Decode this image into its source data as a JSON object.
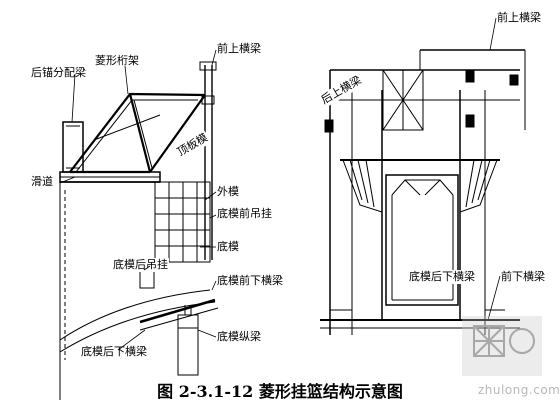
{
  "caption": "图 2-3.1-12 菱形挂篮结构示意图",
  "labels": {
    "left": {
      "rear_anchor_beam": "后锚分配梁",
      "rhombus_truss": "菱形桁架",
      "front_upper_beam": "前上横梁",
      "slide_rail": "滑道",
      "top_slab_form": "顶板模",
      "side_form": "外模",
      "bottom_front_hanger": "底模前吊挂",
      "bottom_form": "底模",
      "bottom_rear_hanger": "底模后吊挂",
      "bottom_front_lower_beam": "底模前下横梁",
      "bottom_rear_lower_beam": "底模后下横梁",
      "bottom_longitudinal_beam": "底模纵梁"
    },
    "right": {
      "front_upper_beam": "前上横梁",
      "rear_upper_beam": "后上横梁",
      "bottom_rear_lower_beam": "底模后下横梁",
      "front_lower_beam": "前下横梁"
    }
  },
  "watermark": "zhulong.com"
}
